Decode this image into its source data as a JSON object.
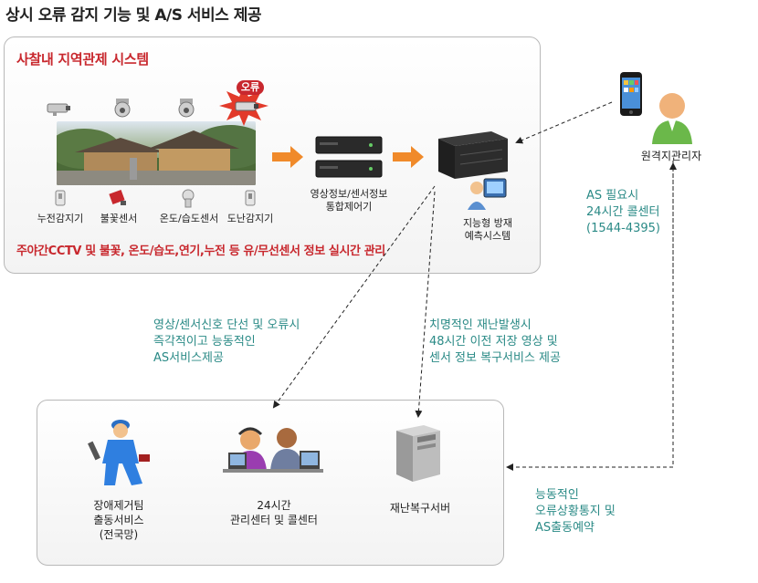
{
  "title": "상시 오류 감지 기능 및 A/S 서비스 제공",
  "top_panel": {
    "title": "사찰내 지역관제 시스템",
    "error_badge": "오류",
    "sensors": [
      {
        "label": "누전감지기"
      },
      {
        "label": "불꽃센서"
      },
      {
        "label": "온도/습도센서"
      },
      {
        "label": "도난감지기"
      }
    ],
    "controller_label_1": "영상정보/센서정보",
    "controller_label_2": "통합제어기",
    "system_label_1": "지능형 방재",
    "system_label_2": "예측시스템",
    "note": "주야간CCTV 및 불꽃, 온도/습도,연기,누전 등 유/무선센서 정보 실시간 관리"
  },
  "remote": {
    "label": "원격지관리자",
    "as_line1": "AS 필요시",
    "as_line2": "24시간 콜센터",
    "as_line3": "(1544-4395)"
  },
  "middle": {
    "left_line1": "영상/센서신호 단선 및 오류시",
    "left_line2": "즉각적이고 능동적인",
    "left_line3": "AS서비스제공",
    "right_line1": "치명적인 재난발생시",
    "right_line2": "48시간 이전 저장 영상 및",
    "right_line3": "센서 정보 복구서비스 제공"
  },
  "bottom_panel": {
    "team_line1": "장애제거팀",
    "team_line2": "출동서비스",
    "team_line3": "(전국망)",
    "center_line1": "24시간",
    "center_line2": "관리센터 및 콜센터",
    "server_label": "재난복구서버"
  },
  "right_note": {
    "line1": "능동적인",
    "line2": "오류상황통지 및",
    "line3": "AS출동예약"
  },
  "colors": {
    "accent_red": "#c8282e",
    "teal_text": "#2a8a86",
    "orange_arrow": "#f08a2a"
  }
}
